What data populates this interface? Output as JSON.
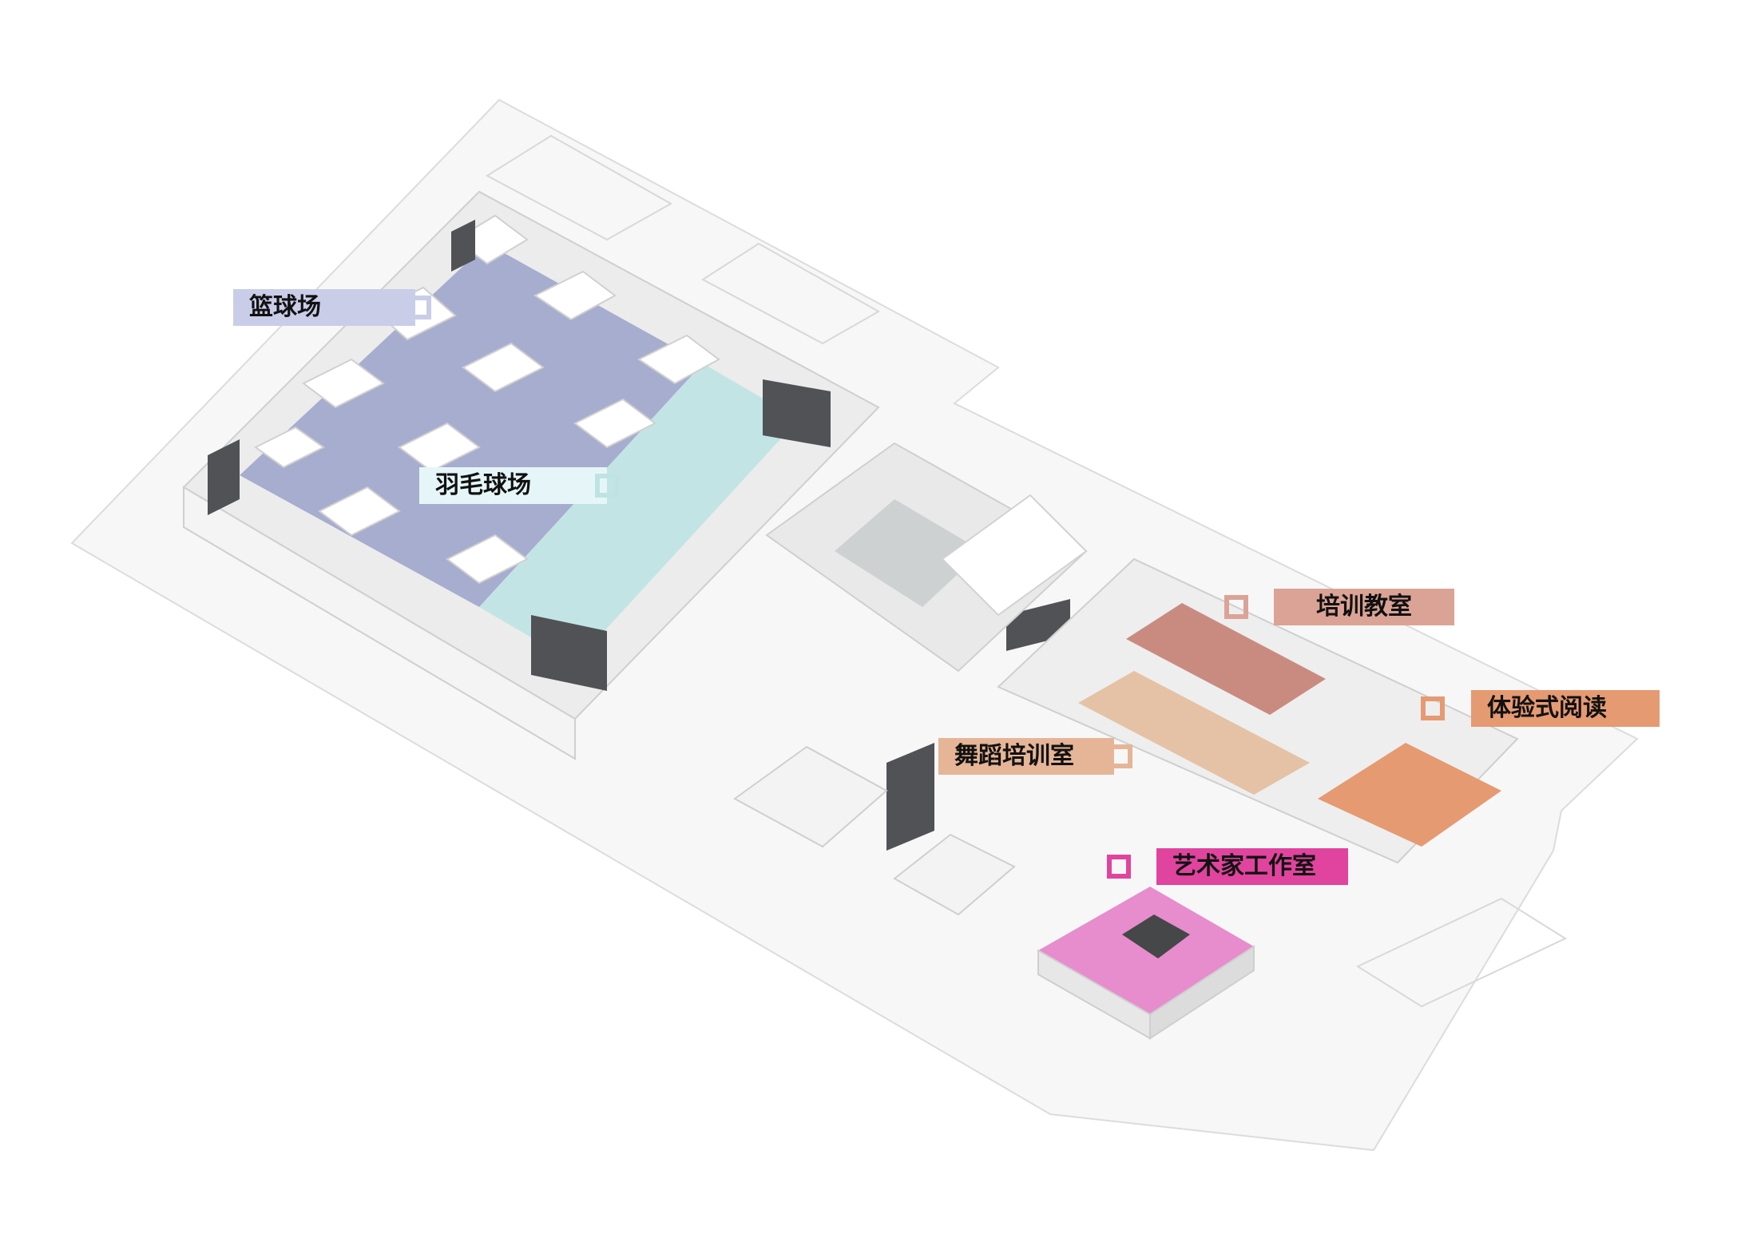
{
  "labels": {
    "basketball": "篮球场",
    "badminton": "羽毛球场",
    "training": "培训教室",
    "reading": "体验式阅读",
    "dance": "舞蹈培训室",
    "artist": "艺术家工作室"
  },
  "colors": {
    "basketball": "#c9cde8",
    "basketball_floor": "#a7adcf",
    "badminton": "#e6f6f8",
    "badminton_floor": "#bfe3e3",
    "training": "#dba396",
    "reading": "#e59a72",
    "dance": "#e6b597",
    "artist": "#e0449e",
    "artist_floor": "#e78ccc",
    "building": "#f2f2f2",
    "dark_block": "#505256"
  }
}
